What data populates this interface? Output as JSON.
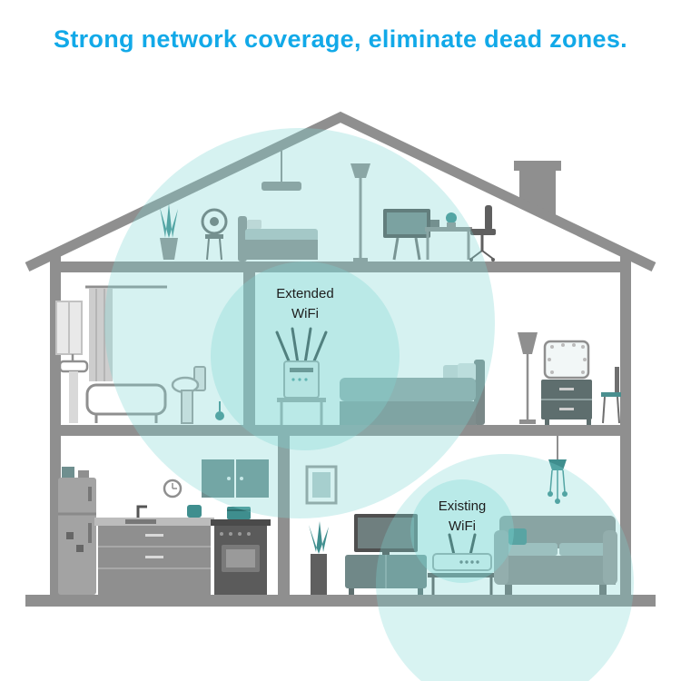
{
  "title": "Strong network coverage, eliminate dead zones.",
  "coverage_labels": {
    "extended": {
      "line1": "Extended",
      "line2": "WiFi"
    },
    "existing": {
      "line1": "Existing",
      "line2": "WiFi"
    }
  },
  "icons": {
    "extender": "wifi-extender-icon",
    "router": "wifi-router-icon",
    "coverage": "wifi-coverage-circle"
  },
  "colors": {
    "title_text": "#12a9e8",
    "coverage_fill": "#7ed8d5",
    "structure_gray": "#8f8f8f",
    "furniture_dark": "#5f5f5f",
    "accent_teal": "#3f8e8e"
  }
}
